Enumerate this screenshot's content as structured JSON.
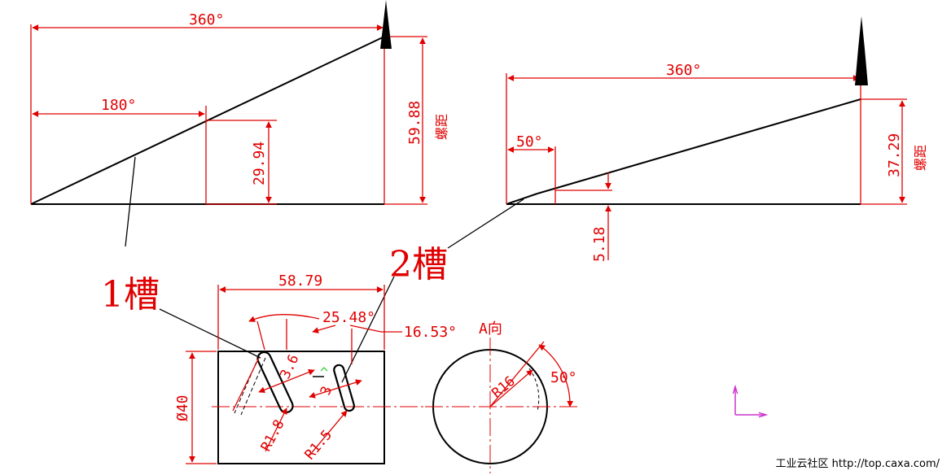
{
  "diagram": {
    "left_view": {
      "top_angle": "360°",
      "mid_angle": "180°",
      "rise_total": "59.88",
      "rise_half": "29.94",
      "pitch_label": "螺距"
    },
    "right_view": {
      "top_angle": "360°",
      "small_angle": "50°",
      "rise_total": "37.29",
      "rise_small": "5.18",
      "pitch_label": "螺距"
    },
    "callouts": {
      "slot1": "1槽",
      "slot2": "2槽"
    },
    "part_view": {
      "length": "58.79",
      "diameter": "Ø40",
      "angle_a": "25.48°",
      "angle_b": "16.53°",
      "width": "3.6",
      "width2": "3",
      "radius1": "R1.8",
      "radius2": "R1.5"
    },
    "end_view": {
      "title": "A向",
      "radius": "R16",
      "angle": "50°"
    }
  },
  "footer": "工业云社区 http://top.caxa.com/",
  "colors": {
    "dimension": "#e00000",
    "outline": "#000000",
    "axis": "#cc33cc"
  }
}
